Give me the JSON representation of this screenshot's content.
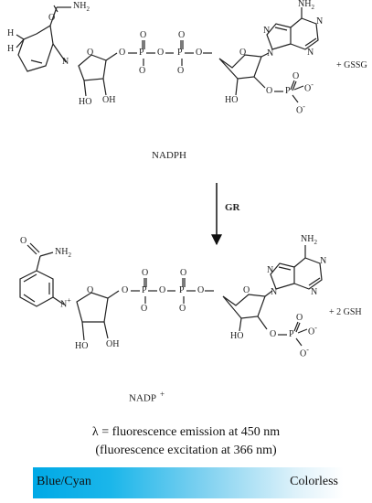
{
  "reaction": {
    "top_reagent": "+ GSSG",
    "top_molecule": "NADPH",
    "enzyme": "GR",
    "bottom_molecule": "NADP",
    "bottom_molecule_charge": "+",
    "bottom_product": "+ 2 GSH"
  },
  "atoms": {
    "nh2": "NH",
    "nh2_sub": "2",
    "o": "O",
    "p": "P",
    "n": "N",
    "h": "H",
    "oh": "OH",
    "ho": "HO",
    "minus": "-",
    "plus": "+"
  },
  "caption": {
    "line1": "λ = fluorescence emission at 450 nm",
    "line2": "(fluorescence excitation at 366 nm)"
  },
  "colorbar": {
    "left_label": "Blue/Cyan",
    "right_label": "Colorless",
    "start_color": "#00a9e6",
    "end_color": "#ffffff"
  }
}
